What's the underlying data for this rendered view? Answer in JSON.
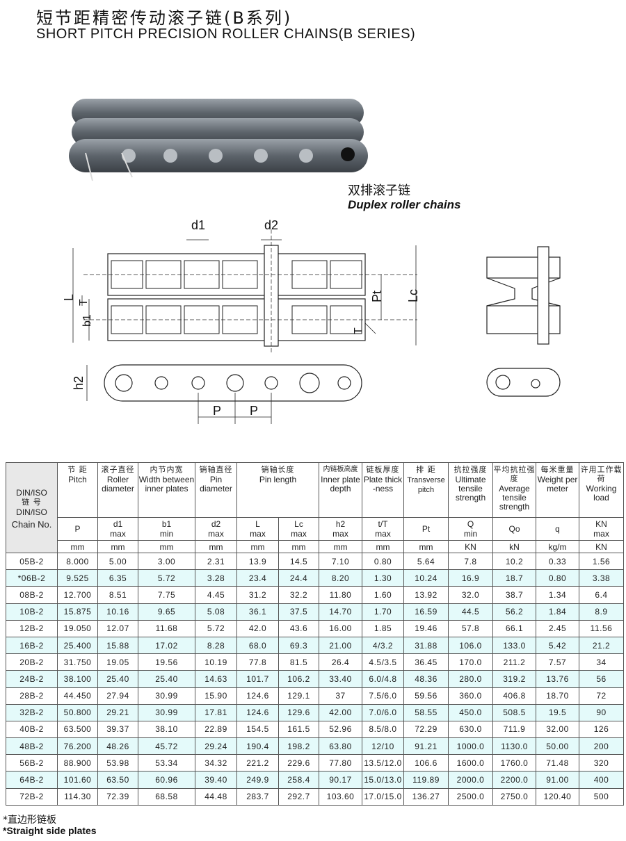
{
  "title_cn": "短节距精密传动滚子链(B系列)",
  "title_en": "SHORT PITCH PRECISION ROLLER CHAINS(B SERIES)",
  "figure": {
    "caption_cn": "双排滚子链",
    "caption_en": "Duplex roller chains",
    "labels": {
      "d1": "d1",
      "d2": "d2",
      "L": "L",
      "T_left": "T",
      "b1": "b1",
      "Pt": "Pt",
      "Lc": "Lc",
      "T_right": "T",
      "h2": "h2",
      "P1": "P",
      "P2": "P"
    }
  },
  "table": {
    "headers": [
      {
        "cn": "链 号",
        "en_top": "DIN/ISO",
        "en_mid": "DIN/ISO",
        "en": "Chain No."
      },
      {
        "cn": "节 距",
        "en": "Pitch",
        "sym": "P",
        "unit": "mm"
      },
      {
        "cn": "滚子直径",
        "en": "Roller diameter",
        "sym": "d1",
        "sym2": "max",
        "unit": "mm"
      },
      {
        "cn": "内节内宽",
        "en": "Width between inner plates",
        "sym": "b1",
        "sym2": "min",
        "unit": "mm"
      },
      {
        "cn": "销轴直径",
        "en": "Pin diameter",
        "sym": "d2",
        "sym2": "max",
        "unit": "mm"
      },
      {
        "cn": "销轴长度",
        "en": "Pin length",
        "sym": "L",
        "sym2": "max",
        "unit": "mm",
        "sym_b": "Lc",
        "sym2_b": "max",
        "unit_b": "mm"
      },
      {
        "cn": "内链板高度",
        "en": "Inner plate depth",
        "sym": "h2",
        "sym2": "max",
        "unit": "mm"
      },
      {
        "cn": "链板厚度",
        "en": "Plate thick -ness",
        "sym": "t/T",
        "sym2": "max",
        "unit": "mm"
      },
      {
        "cn": "排 距",
        "en": "Transverse pitch",
        "sym": "Pt",
        "unit": "mm"
      },
      {
        "cn": "抗拉强度",
        "en": "Ultimate tensile strength",
        "sym": "Q",
        "sym2": "min",
        "unit": "KN"
      },
      {
        "cn": "平均抗拉强度",
        "en": "Average tensile strength",
        "sym": "Qo",
        "unit": "kN"
      },
      {
        "cn": "每米重量",
        "en": "Weight per meter",
        "sym": "q",
        "unit": "kg/m"
      },
      {
        "cn": "许用工作载荷",
        "en": "Working load",
        "sym": "KN",
        "sym2": "max",
        "unit": "KN"
      }
    ],
    "rows": [
      [
        "05B-2",
        "8.000",
        "5.00",
        "3.00",
        "2.31",
        "13.9",
        "14.5",
        "7.10",
        "0.80",
        "5.64",
        "7.8",
        "10.2",
        "0.33",
        "1.56"
      ],
      [
        "*06B-2",
        "9.525",
        "6.35",
        "5.72",
        "3.28",
        "23.4",
        "24.4",
        "8.20",
        "1.30",
        "10.24",
        "16.9",
        "18.7",
        "0.80",
        "3.38"
      ],
      [
        "08B-2",
        "12.700",
        "8.51",
        "7.75",
        "4.45",
        "31.2",
        "32.2",
        "11.80",
        "1.60",
        "13.92",
        "32.0",
        "38.7",
        "1.34",
        "6.4"
      ],
      [
        "10B-2",
        "15.875",
        "10.16",
        "9.65",
        "5.08",
        "36.1",
        "37.5",
        "14.70",
        "1.70",
        "16.59",
        "44.5",
        "56.2",
        "1.84",
        "8.9"
      ],
      [
        "12B-2",
        "19.050",
        "12.07",
        "11.68",
        "5.72",
        "42.0",
        "43.6",
        "16.00",
        "1.85",
        "19.46",
        "57.8",
        "66.1",
        "2.45",
        "11.56"
      ],
      [
        "16B-2",
        "25.400",
        "15.88",
        "17.02",
        "8.28",
        "68.0",
        "69.3",
        "21.00",
        "4/3.2",
        "31.88",
        "106.0",
        "133.0",
        "5.42",
        "21.2"
      ],
      [
        "20B-2",
        "31.750",
        "19.05",
        "19.56",
        "10.19",
        "77.8",
        "81.5",
        "26.4",
        "4.5/3.5",
        "36.45",
        "170.0",
        "211.2",
        "7.57",
        "34"
      ],
      [
        "24B-2",
        "38.100",
        "25.40",
        "25.40",
        "14.63",
        "101.7",
        "106.2",
        "33.40",
        "6.0/4.8",
        "48.36",
        "280.0",
        "319.2",
        "13.76",
        "56"
      ],
      [
        "28B-2",
        "44.450",
        "27.94",
        "30.99",
        "15.90",
        "124.6",
        "129.1",
        "37",
        "7.5/6.0",
        "59.56",
        "360.0",
        "406.8",
        "18.70",
        "72"
      ],
      [
        "32B-2",
        "50.800",
        "29.21",
        "30.99",
        "17.81",
        "124.6",
        "129.6",
        "42.00",
        "7.0/6.0",
        "58.55",
        "450.0",
        "508.5",
        "19.5",
        "90"
      ],
      [
        "40B-2",
        "63.500",
        "39.37",
        "38.10",
        "22.89",
        "154.5",
        "161.5",
        "52.96",
        "8.5/8.0",
        "72.29",
        "630.0",
        "711.9",
        "32.00",
        "126"
      ],
      [
        "48B-2",
        "76.200",
        "48.26",
        "45.72",
        "29.24",
        "190.4",
        "198.2",
        "63.80",
        "12/10",
        "91.21",
        "1000.0",
        "1130.0",
        "50.00",
        "200"
      ],
      [
        "56B-2",
        "88.900",
        "53.98",
        "53.34",
        "34.32",
        "221.2",
        "229.6",
        "77.80",
        "13.5/12.0",
        "106.6",
        "1600.0",
        "1760.0",
        "71.48",
        "320"
      ],
      [
        "64B-2",
        "101.60",
        "63.50",
        "60.96",
        "39.40",
        "249.9",
        "258.4",
        "90.17",
        "15.0/13.0",
        "119.89",
        "2000.0",
        "2200.0",
        "91.00",
        "400"
      ],
      [
        "72B-2",
        "114.30",
        "72.39",
        "68.58",
        "44.48",
        "283.7",
        "292.7",
        "103.60",
        "17.0/15.0",
        "136.27",
        "2500.0",
        "2750.0",
        "120.40",
        "500"
      ]
    ]
  },
  "footnote_cn": "*直边形链板",
  "footnote_en": "*Straight side plates",
  "colors": {
    "row_alt": "#e4fafa",
    "header_bg": "#e8e8e8"
  }
}
